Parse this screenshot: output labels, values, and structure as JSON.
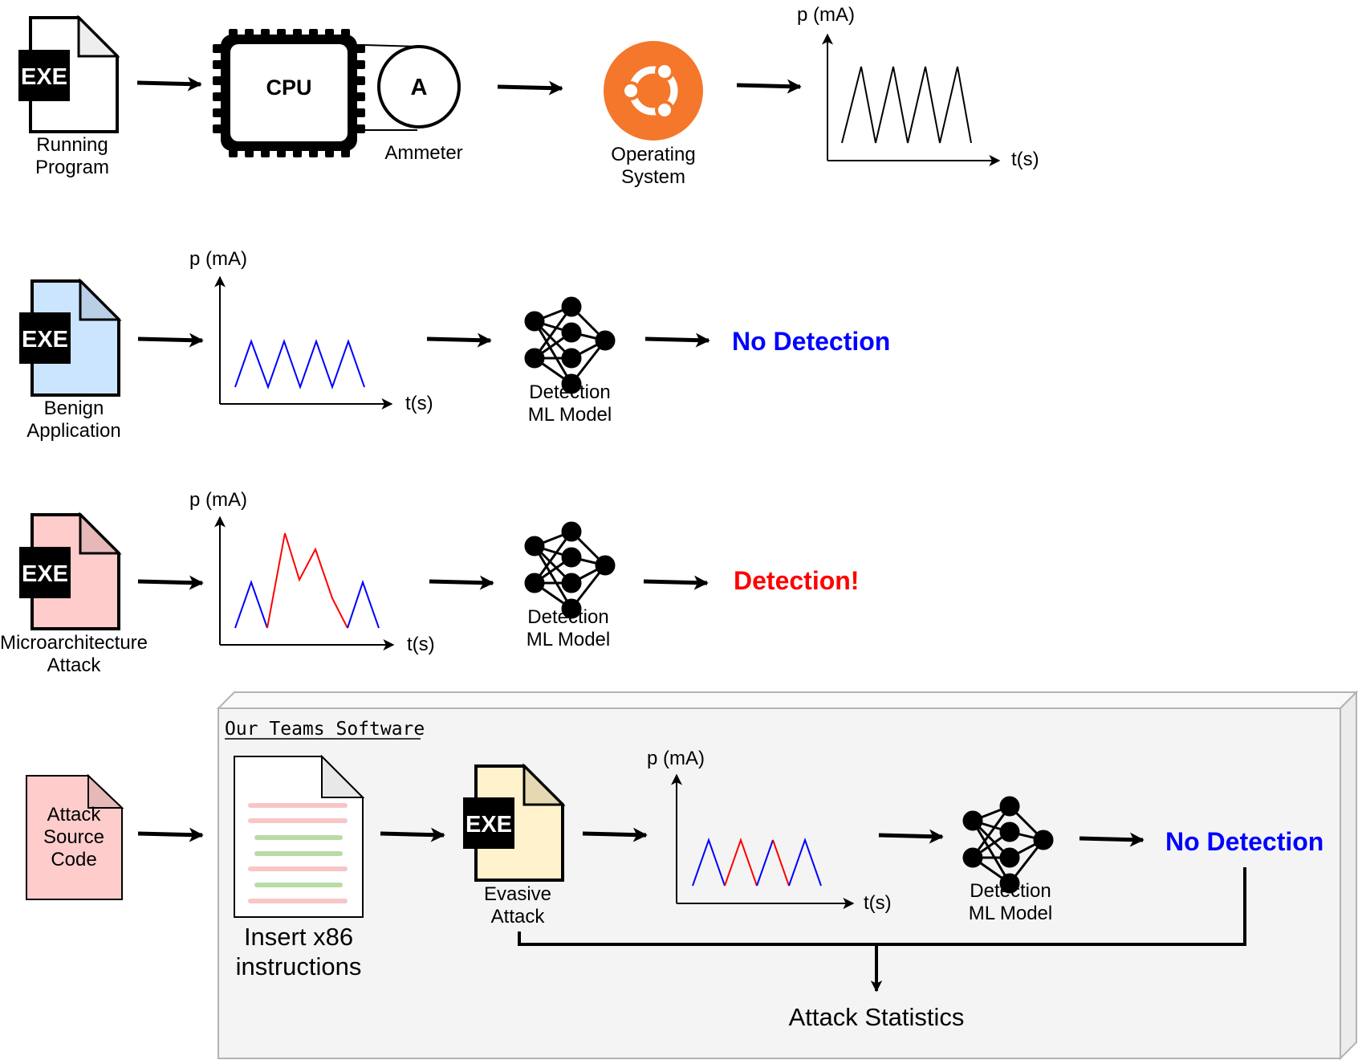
{
  "colors": {
    "benign_fill": "#cce5ff",
    "attack_fill": "#ffcccc",
    "evasive_fill": "#fff2cc",
    "ubuntu_orange": "#f4772b",
    "benign_trace": "#0000ff",
    "attack_trace": "#ff0000",
    "no_detection": "#0000ff",
    "detection": "#ff0000",
    "code_red_line": "#f8c6c6",
    "code_green_line": "#b7dda5",
    "box_border": "#b3b3b3",
    "box_fill": "#f4f4f4"
  },
  "row1": {
    "exe": "EXE",
    "program_label": [
      "Running",
      "Program"
    ],
    "cpu": "CPU",
    "ammeter_symbol": "A",
    "ammeter_label": "Ammeter",
    "os_icon": "ubuntu-logo-icon",
    "os_label": [
      "Operating",
      "System"
    ],
    "plot_ylabel": "p (mA)",
    "plot_xlabel": "t(s)"
  },
  "row2": {
    "exe": "EXE",
    "app_label": [
      "Benign",
      "Application"
    ],
    "plot_ylabel": "p (mA)",
    "plot_xlabel": "t(s)",
    "model_icon": "neural-network-icon",
    "model_label": [
      "Detection",
      "ML Model"
    ],
    "result": "No Detection"
  },
  "row3": {
    "exe": "EXE",
    "app_label": [
      "Microarchitecture",
      "Attack"
    ],
    "plot_ylabel": "p (mA)",
    "plot_xlabel": "t(s)",
    "model_icon": "neural-network-icon",
    "model_label": [
      "Detection",
      "ML Model"
    ],
    "result": "Detection!"
  },
  "row4": {
    "source_label": [
      "Attack",
      "Source",
      "Code"
    ],
    "box_title": "Our Teams Software",
    "doc_label": [
      "Insert x86",
      "instructions"
    ],
    "exe": "EXE",
    "evasive_label": [
      "Evasive",
      "Attack"
    ],
    "plot_ylabel": "p (mA)",
    "plot_xlabel": "t(s)",
    "model_icon": "neural-network-icon",
    "model_label": [
      "Detection",
      "ML Model"
    ],
    "result": "No Detection",
    "stats_label": "Attack Statistics"
  }
}
